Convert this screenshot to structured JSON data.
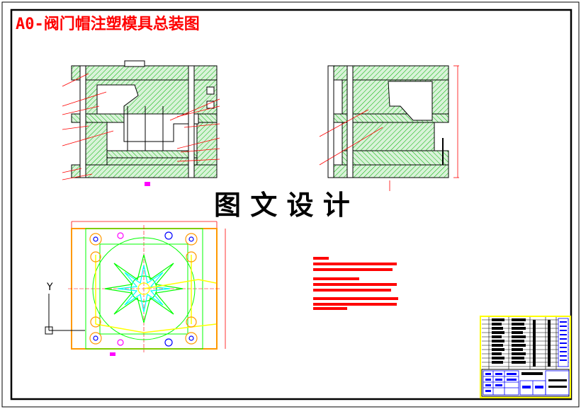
{
  "drawing": {
    "title": "A0-阀门帽注塑模具总装图",
    "watermark": "图 文 设 计",
    "axis_label_y": "Y"
  },
  "colors": {
    "background": "#ffffff",
    "border": "#000000",
    "title_red": "#ff0000",
    "hatch_green": "#00b400",
    "section_fill": "#cdeccd",
    "leader_red": "#ff0000",
    "outline_orange": "#ff9900",
    "mold_yellow": "#ffff00",
    "part_green": "#00ff00",
    "cyan": "#00ffff",
    "blue": "#0000ff",
    "magenta": "#ff00ff"
  },
  "views": {
    "front_section": "front-section-view",
    "side_section": "side-section-view",
    "plan": "plan-view"
  }
}
